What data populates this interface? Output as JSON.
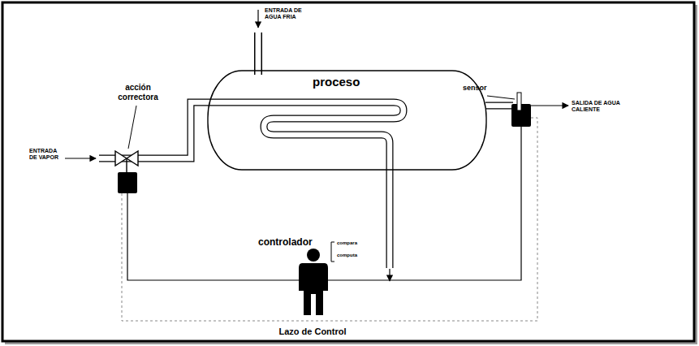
{
  "diagram": {
    "nodes": [
      {
        "text": [
          "proceso"
        ]
      }
    ],
    "labels": [
      "ENTRADA DE AGUA FRIA",
      "sensor",
      "SALIDA DE AGUA CALIENTE",
      "acción correctora",
      "ENTRADA DE VAPOR",
      "controlador",
      "compara",
      "computa",
      "Lazo de Control"
    ]
  }
}
